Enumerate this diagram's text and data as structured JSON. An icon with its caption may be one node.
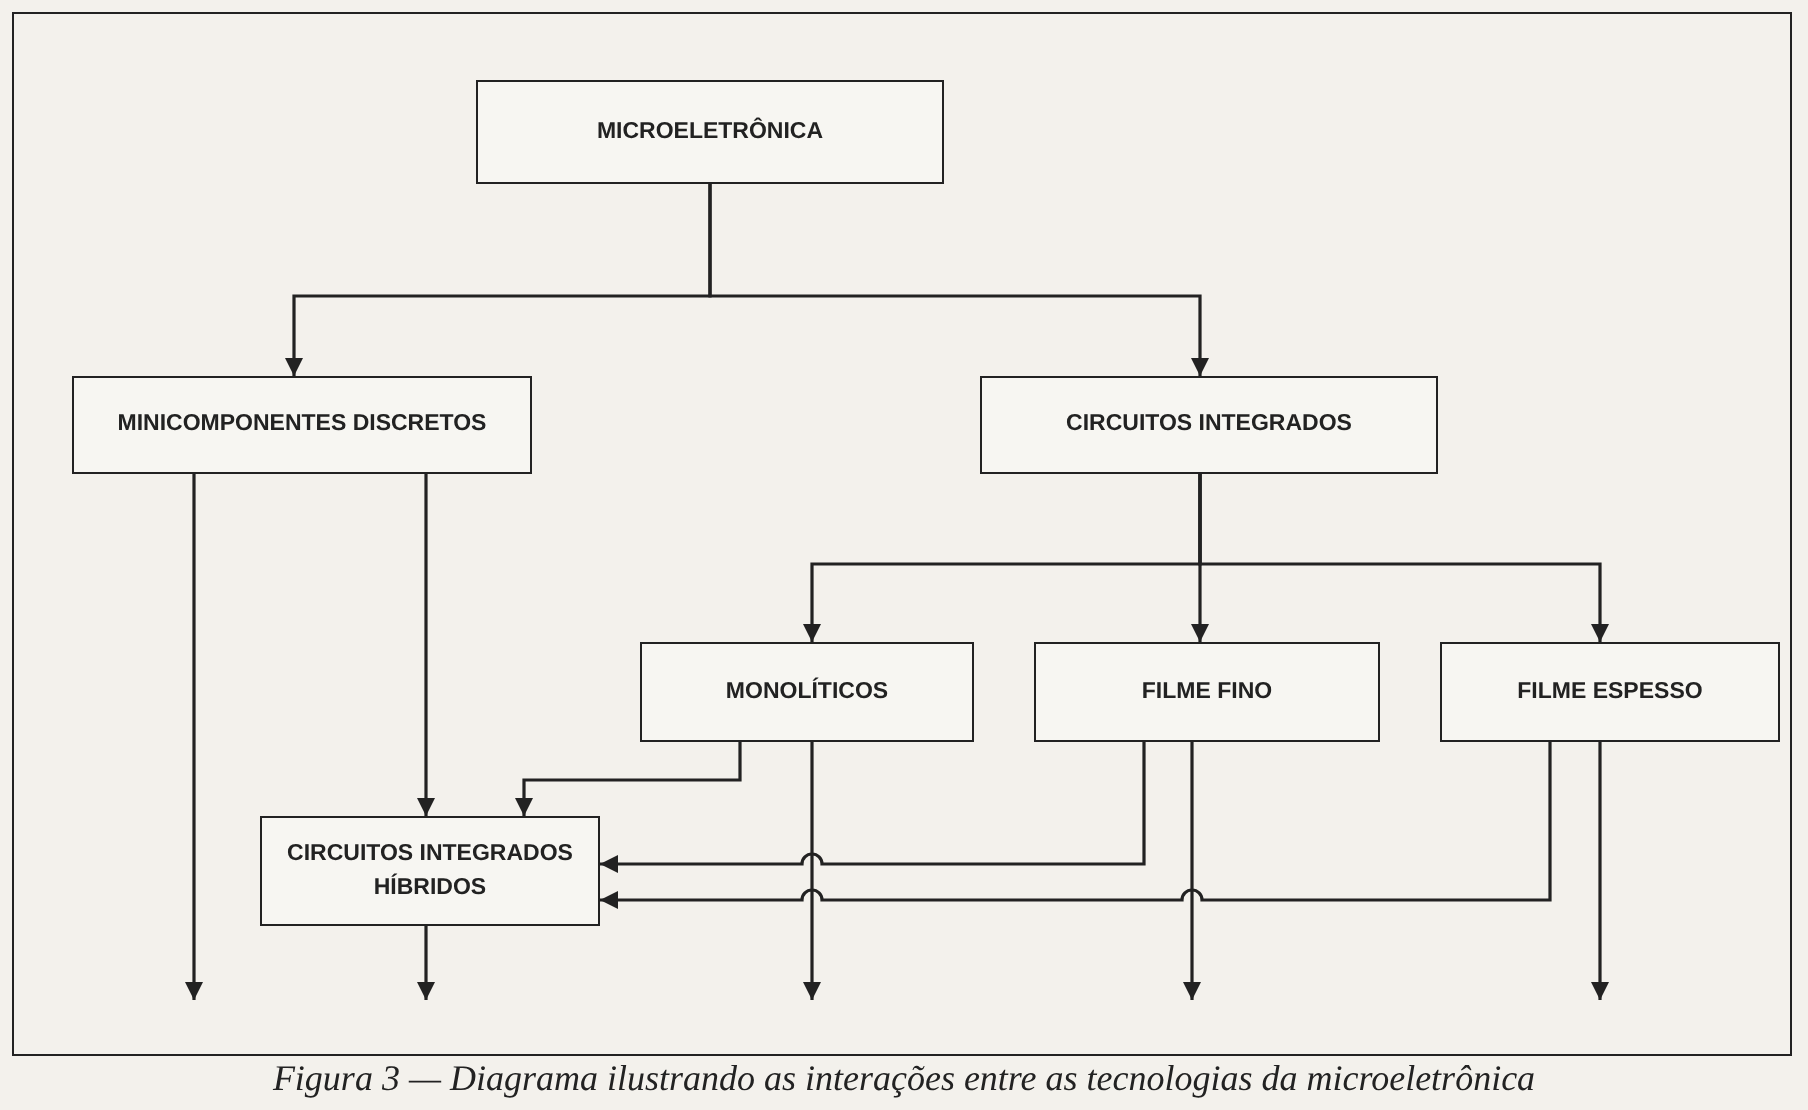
{
  "diagram": {
    "caption": "Figura 3 — Diagrama ilustrando as interações entre as tecnologias da microeletrônica",
    "nodes": [
      {
        "text": [
          "MICROELETRÔNICA"
        ]
      },
      {
        "text": [
          "MINICOMPONENTES DISCRETOS"
        ]
      },
      {
        "text": [
          "CIRCUITOS INTEGRADOS"
        ]
      },
      {
        "text": [
          "MONOLÍTICOS"
        ]
      },
      {
        "text": [
          "FILME FINO"
        ]
      },
      {
        "text": [
          "FILME ESPESSO"
        ]
      },
      {
        "text": [
          "CIRCUITOS INTEGRADOS HÍBRIDOS"
        ]
      }
    ],
    "edges": [
      {
        "from": 0,
        "to": 1,
        "arrow": "to"
      },
      {
        "from": 0,
        "to": 2,
        "arrow": "to"
      },
      {
        "from": 2,
        "to": 3,
        "arrow": "to"
      },
      {
        "from": 2,
        "to": 4,
        "arrow": "to"
      },
      {
        "from": 2,
        "to": 5,
        "arrow": "to"
      },
      {
        "from": 1,
        "to": 6,
        "arrow": "to"
      },
      {
        "from": 3,
        "to": 6,
        "arrow": "to"
      },
      {
        "from": 4,
        "to": 6,
        "arrow": "to"
      },
      {
        "from": 5,
        "to": 6,
        "arrow": "to"
      },
      {
        "from": 1,
        "to": null,
        "arrow": "to"
      },
      {
        "from": 6,
        "to": null,
        "arrow": "to"
      },
      {
        "from": 3,
        "to": null,
        "arrow": "to"
      },
      {
        "from": 4,
        "to": null,
        "arrow": "to"
      },
      {
        "from": 5,
        "to": null,
        "arrow": "to"
      }
    ]
  }
}
